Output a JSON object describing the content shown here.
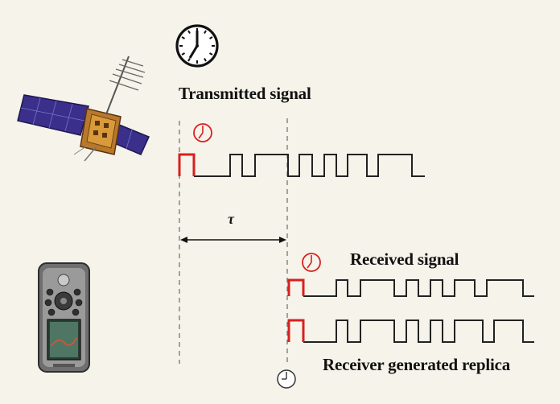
{
  "labels": {
    "transmitted": "Transmitted signal",
    "received": "Received signal",
    "replica": "Receiver generated replica",
    "delay_symbol": "τ"
  },
  "icons": {
    "top_clock": "clock-icon",
    "transmit_clock": "clock-icon",
    "receive_clock": "clock-icon",
    "replica_clock": "clock-icon",
    "satellite": "satellite-icon",
    "receiver": "gps-receiver-icon"
  },
  "colors": {
    "background": "#f6f3ea",
    "signal": "#222222",
    "code_start": "#d62020",
    "clock_red": "#d62020",
    "dashed_line": "#777777"
  }
}
